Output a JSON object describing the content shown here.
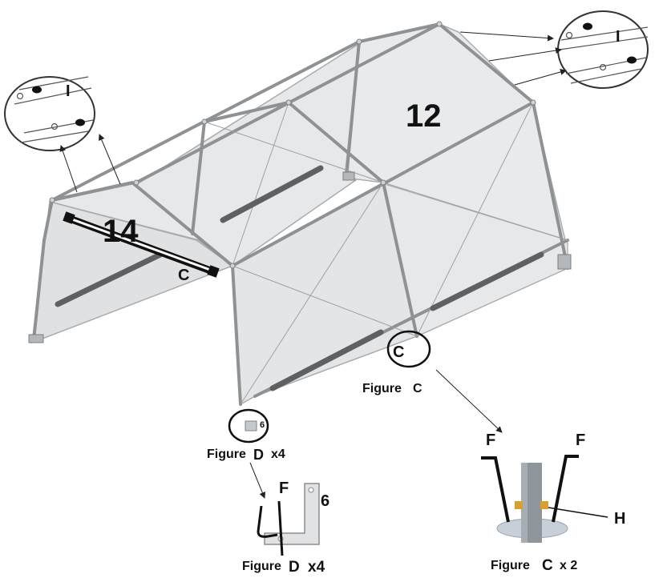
{
  "labels": {
    "part_12": "12",
    "part_14": "14",
    "callout_I_left": "I",
    "callout_I_right": "I",
    "c_on_beam": "C",
    "c_in_circle": "C",
    "six_in_circle": "6",
    "figure_c_caption_word": "Figure",
    "figure_c_caption_letter": "C",
    "figure_d_caption_word": "Figure",
    "figure_d_caption_letter": "D",
    "figure_d_caption_count": "x4",
    "detail_d_F": "F",
    "detail_d_6": "6",
    "detail_d_caption_word": "Figure",
    "detail_d_caption_letter": "D",
    "detail_d_caption_count": "x4",
    "detail_c_F_left": "F",
    "detail_c_F_right": "F",
    "detail_c_H": "H",
    "detail_c_caption_word": "Figure",
    "detail_c_caption_letter": "C",
    "detail_c_caption_count": "x 2"
  },
  "colors": {
    "canopy_fill": "#e4e6e8",
    "frame_stroke": "#8a8d90",
    "strap": "#5e6062",
    "black": "#111111",
    "post": "#8e969c",
    "base_plate": "#c7d0d8",
    "bolt": "#d9a030"
  }
}
